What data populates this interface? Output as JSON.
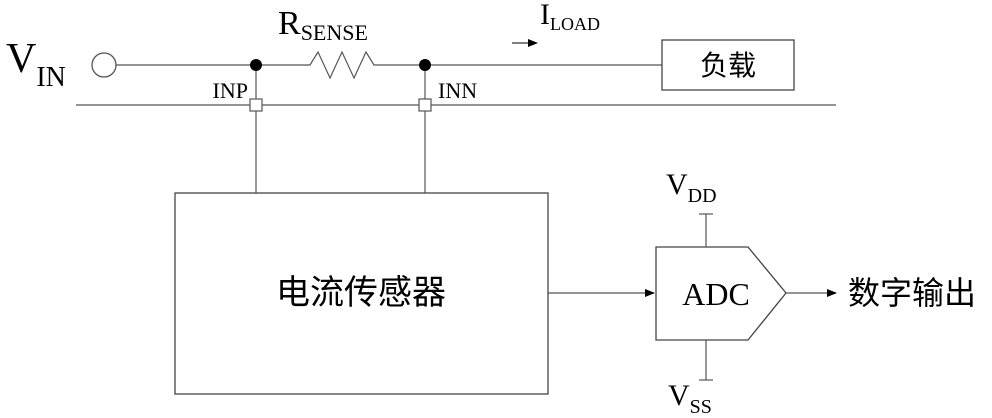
{
  "vin": {
    "main": "V",
    "sub": "IN"
  },
  "rsense": {
    "main": "R",
    "sub": "SENSE"
  },
  "iload": {
    "main": "I",
    "sub": "LOAD"
  },
  "load_label": "负载",
  "inp_label": "INP",
  "inn_label": "INN",
  "sensor_label": "电流传感器",
  "adc_label": "ADC",
  "vdd": {
    "main": "V",
    "sub": "DD"
  },
  "vss": {
    "main": "V",
    "sub": "SS"
  },
  "output_label": "数字输出"
}
